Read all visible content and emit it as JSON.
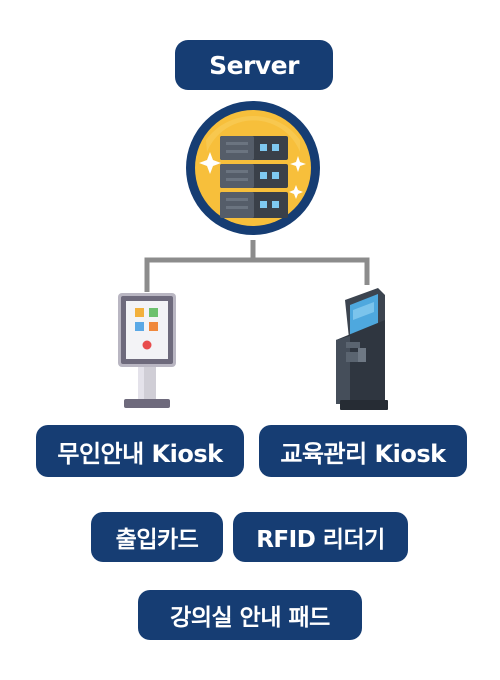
{
  "server": {
    "label": "Server"
  },
  "kiosks": [
    {
      "label": "무인안내 Kiosk",
      "icon": "touchscreen-kiosk-icon"
    },
    {
      "label": "교육관리 Kiosk",
      "icon": "self-service-terminal-icon"
    }
  ],
  "components": {
    "card": "출입카드",
    "rfid": "RFID 리더기",
    "pad": "강의실 안내 패드"
  },
  "colors": {
    "navy": "#163d73",
    "connector": "#8c8c8c",
    "sun": "#f7bf3b",
    "server_dark": "#3a4049"
  }
}
